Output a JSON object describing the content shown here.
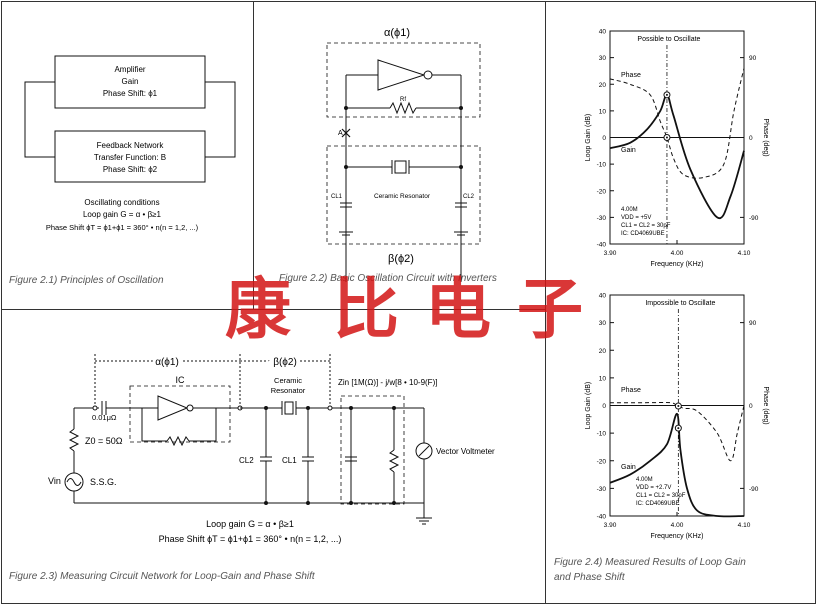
{
  "watermark": {
    "chars": [
      "康",
      "比",
      "电",
      "子"
    ],
    "color": "#d21414"
  },
  "fig21": {
    "amp_title": "Amplifier",
    "amp_gain": "Gain",
    "amp_phase": "Phase Shift: ϕ1",
    "fb_title": "Feedback Network",
    "fb_tf": "Transfer Function: B",
    "fb_phase": "Phase Shift: ϕ2",
    "cond_title": "Oscillating conditions",
    "cond_gain": "Loop gain G = α • β≥1",
    "cond_phase": "Phase Shift ϕT = ϕ1+ϕ1 = 360° • n(n = 1,2, ...)",
    "caption": "Figure 2.1) Principles of Oscillation"
  },
  "fig22": {
    "alpha": "α(ϕ1)",
    "beta": "β(ϕ2)",
    "rf": "Rf",
    "node_a": "A",
    "resonator": "Ceramic Resonator",
    "cl1": "CL1",
    "cl2": "CL2",
    "caption": "Figure 2.2) Basic Oscillation Circuit with Inverters"
  },
  "fig23": {
    "alpha": "α(ϕ1)",
    "beta": "β(ϕ2)",
    "ic": "IC",
    "ceramic1": "Ceramic",
    "ceramic2": "Resonator",
    "zin": "Zin [1M(Ω)] - j/w[8 • 10-9(F)]",
    "cap": "0.01μΩ",
    "z0": "Z0 = 50Ω",
    "vin": "Vin",
    "ssg": "S.S.G.",
    "cl2": "CL2",
    "cl1": "CL1",
    "vv": "Vector Voltmeter",
    "gain_eq": "Loop gain G = α • β≥1",
    "phase_eq": "Phase Shift ϕT = ϕ1+ϕ1 = 360° • n(n = 1,2, ...)",
    "caption": "Figure 2.3) Measuring Circuit Network for Loop-Gain and Phase Shift"
  },
  "fig24": {
    "caption_line1": "Figure 2.4) Measured Results of  Loop Gain",
    "caption_line2": "and Phase Shift"
  },
  "chart_data": [
    {
      "type": "line",
      "title": "Possible to Oscillate",
      "xlabel": "Frequency (KHz)",
      "ylabel": "Loop Gain (dB)",
      "ylabel_right": "Phase (deg)",
      "xlim": [
        3.9,
        4.1
      ],
      "ylim": [
        -40,
        40
      ],
      "x_ticks": [
        "3.90",
        "4.00",
        "4.10"
      ],
      "y_ticks": [
        40,
        30,
        20,
        10,
        0,
        -10,
        -20,
        -30,
        -40
      ],
      "right_ticks": [
        {
          "label": "90",
          "y": 30
        },
        {
          "label": "0",
          "y": 0
        },
        {
          "label": "-90",
          "y": -30
        }
      ],
      "annotation_x": 3.985,
      "labels": {
        "gain": "Gain",
        "phase": "Phase"
      },
      "conditions": [
        "4.00M",
        "VDD = +5V",
        "CL1 = CL2 = 30pF",
        "IC: CD4069UBE"
      ],
      "series": [
        {
          "name": "Gain",
          "style": "solid",
          "x": [
            3.9,
            3.93,
            3.955,
            3.975,
            3.985,
            3.995,
            4.02,
            4.06,
            4.08,
            4.1
          ],
          "y": [
            -4,
            -2,
            3,
            10,
            16,
            8,
            -12,
            -30,
            -22,
            -5
          ]
        },
        {
          "name": "Phase",
          "style": "dashed",
          "x": [
            3.9,
            3.93,
            3.96,
            3.975,
            3.985,
            3.995,
            4.01,
            4.04,
            4.07,
            4.085,
            4.1
          ],
          "y": [
            22,
            20,
            16,
            6,
            0,
            -8,
            -14,
            -15,
            -10,
            10,
            26
          ]
        }
      ]
    },
    {
      "type": "line",
      "title": "Impossible to Oscillate",
      "xlabel": "Frequency (KHz)",
      "ylabel": "Loop Gain (dB)",
      "ylabel_right": "Phase (deg)",
      "xlim": [
        3.9,
        4.1
      ],
      "ylim": [
        -40,
        40
      ],
      "x_ticks": [
        "3.90",
        "4.00",
        "4.10"
      ],
      "y_ticks": [
        40,
        30,
        20,
        10,
        0,
        -10,
        -20,
        -30,
        -40
      ],
      "right_ticks": [
        {
          "label": "90",
          "y": 30
        },
        {
          "label": "0",
          "y": 0
        },
        {
          "label": "-90",
          "y": -30
        }
      ],
      "annotation_x": 4.002,
      "labels": {
        "gain": "Gain",
        "phase": "Phase"
      },
      "conditions": [
        "4.00M",
        "VDD = +2.7V",
        "CL1 = CL2 = 30pF",
        "IC: CD4069UBE"
      ],
      "series": [
        {
          "name": "Gain",
          "style": "solid",
          "x": [
            3.9,
            3.93,
            3.96,
            3.985,
            4.0,
            4.005,
            4.015,
            4.03,
            4.06,
            4.1
          ],
          "y": [
            -28,
            -25,
            -20,
            -14,
            -3,
            -16,
            -30,
            -38,
            -40,
            -40
          ]
        },
        {
          "name": "Phase",
          "style": "dashed",
          "x": [
            3.9,
            3.95,
            3.99,
            4.0,
            4.01,
            4.03,
            4.06,
            4.08,
            4.09,
            4.1
          ],
          "y": [
            1,
            1,
            1,
            0,
            -1,
            -2,
            -10,
            -20,
            -10,
            0
          ]
        }
      ]
    }
  ]
}
